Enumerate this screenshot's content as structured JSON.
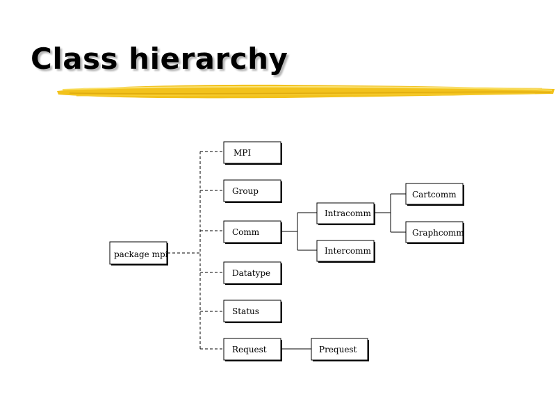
{
  "slide": {
    "title": "Class hierarchy"
  },
  "colors": {
    "brush": "#f2c21c",
    "brush_light": "#f8dc5a",
    "text": "#000000"
  },
  "diagram": {
    "root": "package  mpi",
    "mpi": "MPI",
    "group": "Group",
    "comm": "Comm",
    "datatype": "Datatype",
    "status": "Status",
    "request": "Request",
    "intracomm": "Intracomm",
    "intercomm": "Intercomm",
    "cartcomm": "Cartcomm",
    "graphcomm": "Graphcomm",
    "prequest": "Prequest"
  }
}
